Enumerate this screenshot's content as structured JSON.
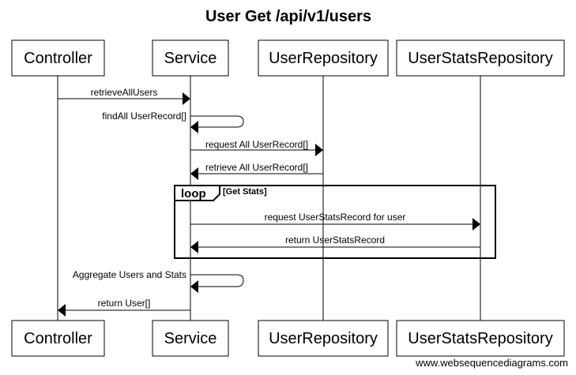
{
  "title": "User Get /api/v1/users",
  "participants": [
    {
      "id": "controller",
      "label": "Controller"
    },
    {
      "id": "service",
      "label": "Service"
    },
    {
      "id": "userrepository",
      "label": "UserRepository"
    },
    {
      "id": "userstatsrepository",
      "label": "UserStatsRepository"
    }
  ],
  "messages": [
    {
      "from": "controller",
      "to": "service",
      "label": "retrieveAllUsers"
    },
    {
      "from": "service",
      "to": "service",
      "label": "findAll UserRecord[]"
    },
    {
      "from": "service",
      "to": "userrepository",
      "label": "request All UserRecord[]"
    },
    {
      "from": "userrepository",
      "to": "service",
      "label": "retrieve All UserRecord[]"
    },
    {
      "from": "service",
      "to": "userstatsrepository",
      "label": "request UserStatsRecord for user"
    },
    {
      "from": "userstatsrepository",
      "to": "service",
      "label": "return UserStatsRecord"
    },
    {
      "from": "service",
      "to": "service",
      "label": "Aggregate Users and Stats"
    },
    {
      "from": "service",
      "to": "controller",
      "label": "return User[]"
    }
  ],
  "loop": {
    "keyword": "loop",
    "condition": "[Get Stats]"
  },
  "watermark": "www.websequencediagrams.com"
}
